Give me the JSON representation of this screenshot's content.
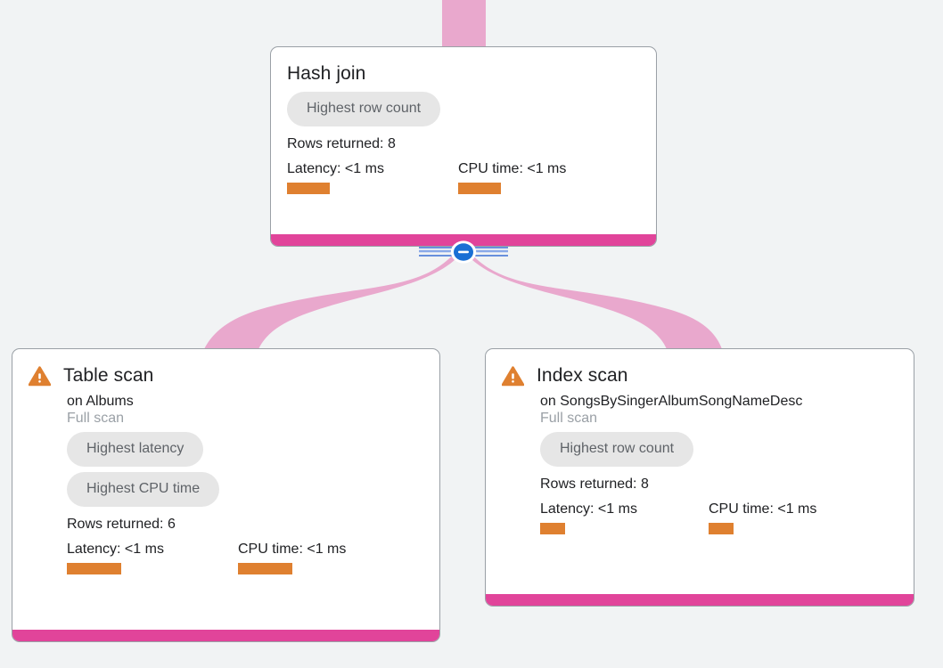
{
  "diagram": {
    "type": "query-execution-plan",
    "background_color": "#f1f3f4",
    "accent_color": "#e1449a",
    "edge_color": "#e9a8cd",
    "bar_color": "#df8030",
    "warn_color": "#df8030",
    "toggle_color": "#1a73e8"
  },
  "nodes": {
    "hash_join": {
      "title": "Hash join",
      "chips": [
        "Highest row count"
      ],
      "rows_returned": "Rows returned: 8",
      "latency_label": "Latency: <1 ms",
      "cpu_label": "CPU time: <1 ms",
      "latency_bar_width": 48,
      "cpu_bar_width": 48
    },
    "table_scan": {
      "title": "Table scan",
      "warning": true,
      "warning_icon": "warning-triangle-icon",
      "subtitle": "on Albums",
      "scan_type": "Full scan",
      "chips": [
        "Highest latency",
        "Highest CPU time"
      ],
      "rows_returned": "Rows returned: 6",
      "latency_label": "Latency: <1 ms",
      "cpu_label": "CPU time: <1 ms",
      "latency_bar_width": 61,
      "cpu_bar_width": 61
    },
    "index_scan": {
      "title": "Index scan",
      "warning": true,
      "warning_icon": "warning-triangle-icon",
      "subtitle": "on SongsBySingerAlbumSongNameDesc",
      "scan_type": "Full scan",
      "chips": [
        "Highest row count"
      ],
      "rows_returned": "Rows returned: 8",
      "latency_label": "Latency: <1 ms",
      "cpu_label": "CPU time: <1 ms",
      "latency_bar_width": 28,
      "cpu_bar_width": 28
    }
  },
  "controls": {
    "collapse_toggle": {
      "icon": "minus-circle-icon",
      "state": "expanded"
    }
  }
}
